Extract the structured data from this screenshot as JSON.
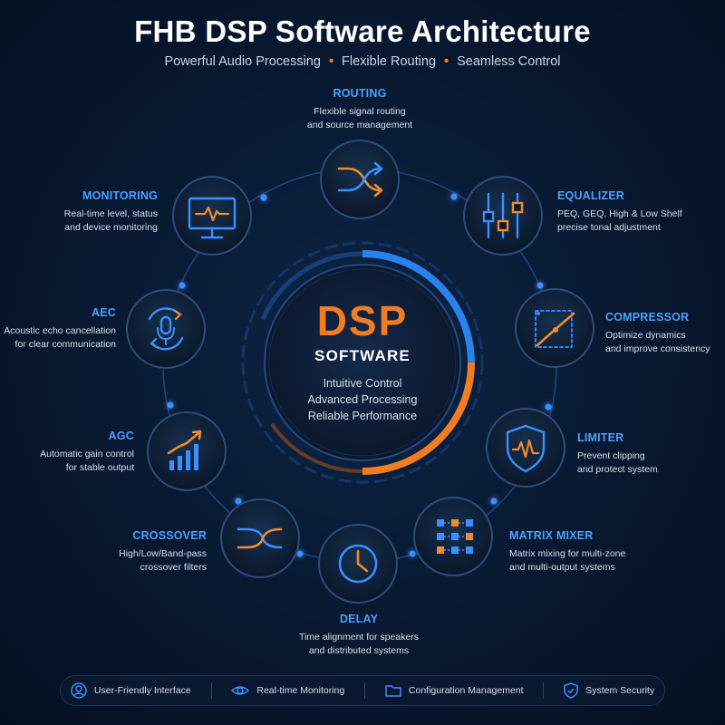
{
  "header": {
    "title": "FHB DSP Software Architecture",
    "subtitle_items": [
      "Powerful Audio Processing",
      "Flexible Routing",
      "Seamless Control"
    ]
  },
  "core": {
    "title": "DSP",
    "subtitle": "SOFTWARE",
    "points": [
      "Intuitive Control",
      "Advanced Processing",
      "Reliable Performance"
    ]
  },
  "modules": [
    {
      "title": "ROUTING",
      "desc": "Flexible signal routing\nand source management",
      "icon": "shuffle-icon"
    },
    {
      "title": "EQUALIZER",
      "desc": "PEQ, GEQ, High & Low Shelf\nprecise tonal adjustment",
      "icon": "sliders-icon"
    },
    {
      "title": "COMPRESSOR",
      "desc": "Optimize dynamics\nand improve consistency",
      "icon": "compression-curve-icon"
    },
    {
      "title": "LIMITER",
      "desc": "Prevent clipping\nand protect system",
      "icon": "shield-waveform-icon"
    },
    {
      "title": "MATRIX MIXER",
      "desc": "Matrix mixing for multi-zone\nand multi-output systems",
      "icon": "matrix-grid-icon"
    },
    {
      "title": "DELAY",
      "desc": "Time alignment for speakers\nand distributed systems",
      "icon": "clock-icon"
    },
    {
      "title": "CROSSOVER",
      "desc": "High/Low/Band-pass\ncrossover filters",
      "icon": "crossover-icon"
    },
    {
      "title": "AGC",
      "desc": "Automatic gain control\nfor stable output",
      "icon": "bar-growth-icon"
    },
    {
      "title": "AEC",
      "desc": "Acoustic echo cancellation\nfor clear communication",
      "icon": "microphone-cycle-icon"
    },
    {
      "title": "MONITORING",
      "desc": "Real-time level, status\nand device monitoring",
      "icon": "monitor-pulse-icon"
    }
  ],
  "footer": {
    "items": [
      {
        "label": "User-Friendly Interface",
        "icon": "user-icon"
      },
      {
        "label": "Real-time Monitoring",
        "icon": "eye-icon"
      },
      {
        "label": "Configuration Management",
        "icon": "folder-icon"
      },
      {
        "label": "System Security",
        "icon": "shield-check-icon"
      }
    ]
  },
  "colors": {
    "accent_blue": "#2f8cff",
    "accent_orange": "#f07d22",
    "title_blue": "#4aa1ff",
    "background": "#081a33"
  }
}
